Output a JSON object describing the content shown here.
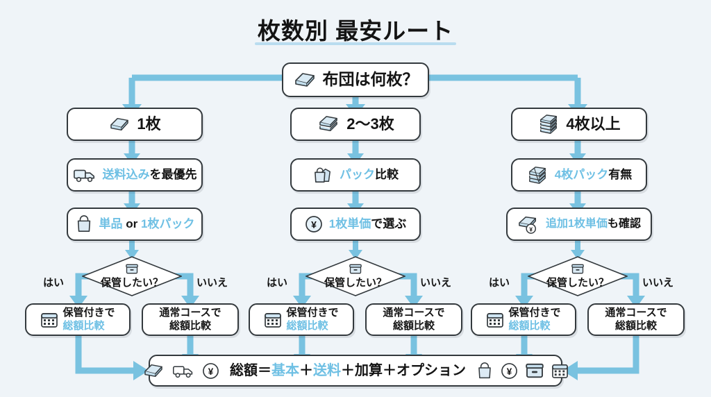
{
  "page": {
    "title": "枚数別 最安ルート",
    "accent_blue": "#6fc0e4",
    "wire_blue": "#79c2e0",
    "background": "#eff4f8",
    "outline": "#33393d"
  },
  "root": {
    "label": "布団は何枚？",
    "icon": "futon-icon"
  },
  "columns": [
    {
      "id": "col-1",
      "count": {
        "label": "1枚",
        "icon": "futon-icon"
      },
      "step1": {
        "blue": "送料込み",
        "dark": "を最優先",
        "icon": "truck-icon"
      },
      "step2": {
        "blue": "単品",
        "dark": " or ",
        "blue2": "1枚パック",
        "icon": "bag-icon"
      },
      "decision": {
        "label": "保管したい？",
        "icon": "storage-box-icon",
        "yes": "はい",
        "no": "いいえ"
      },
      "leaf_yes": {
        "line1": "保管付きで",
        "line2": "総額比較",
        "icon": "calendar-icon"
      },
      "leaf_no": {
        "line1": "通常コースで",
        "line2": "総額比較"
      }
    },
    {
      "id": "col-2",
      "count": {
        "label": "2〜3枚",
        "icon": "futon-stack2-icon"
      },
      "step1": {
        "blue": "パック",
        "dark": "比較",
        "icon": "bags-icon"
      },
      "step2": {
        "blue": "1枚単価",
        "dark": "で選ぶ",
        "icon": "yen-circle-icon"
      },
      "decision": {
        "label": "保管したい？",
        "icon": "storage-box-icon",
        "yes": "はい",
        "no": "いいえ"
      },
      "leaf_yes": {
        "line1": "保管付きで",
        "line2": "総額比較",
        "icon": "calendar-icon"
      },
      "leaf_no": {
        "line1": "通常コースで",
        "line2": "総額比較"
      }
    },
    {
      "id": "col-3",
      "count": {
        "label": "4枚以上",
        "icon": "futon-stack4-icon"
      },
      "step1": {
        "blue": "4枚パック",
        "dark": "有無",
        "icon": "futon-pack-icon"
      },
      "step2": {
        "blue": "追加1枚単価",
        "dark": "も確認",
        "icon": "futon-yen-icon"
      },
      "decision": {
        "label": "保管したい？",
        "icon": "storage-box-icon",
        "yes": "はい",
        "no": "いいえ"
      },
      "leaf_yes": {
        "line1": "保管付きで",
        "line2": "総額比較",
        "icon": "calendar-icon"
      },
      "leaf_no": {
        "line1": "通常コースで",
        "line2": "総額比較"
      }
    }
  ],
  "summary": {
    "lead_icons": [
      "futon-icon",
      "truck-icon",
      "yen-circle-icon"
    ],
    "trail_icons": [
      "bag-icon",
      "yen-circle-icon",
      "storage-box-icon",
      "calendar-icon"
    ],
    "formula": {
      "t1": "総額＝",
      "b1": "基本",
      "t2": "＋",
      "b2": "送料",
      "t3": "＋加算＋オプション"
    }
  }
}
